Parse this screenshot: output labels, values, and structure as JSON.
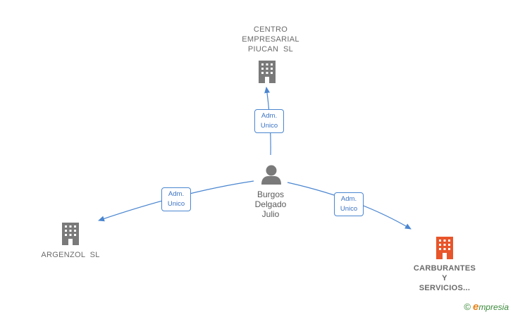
{
  "nodes": {
    "centro": {
      "label": "CENTRO\nEMPRESARIAL\nPIUCAN  SL",
      "color": "#7a7a7a"
    },
    "person": {
      "label": "Burgos\nDelgado\nJulio",
      "color": "#7a7a7a"
    },
    "argenzol": {
      "label": "ARGENZOL  SL",
      "color": "#7a7a7a"
    },
    "carburantes": {
      "label": "CARBURANTES\nY\nSERVICIOS...",
      "color": "#e8552a"
    }
  },
  "edges": [
    {
      "label": "Adm.\nUnico"
    },
    {
      "label": "Adm.\nUnico"
    },
    {
      "label": "Adm.\nUnico"
    }
  ],
  "colors": {
    "edge": "#4a86d0"
  },
  "watermark": {
    "symbol": "©",
    "brand_initial": "e",
    "brand_rest": "mpresia"
  }
}
